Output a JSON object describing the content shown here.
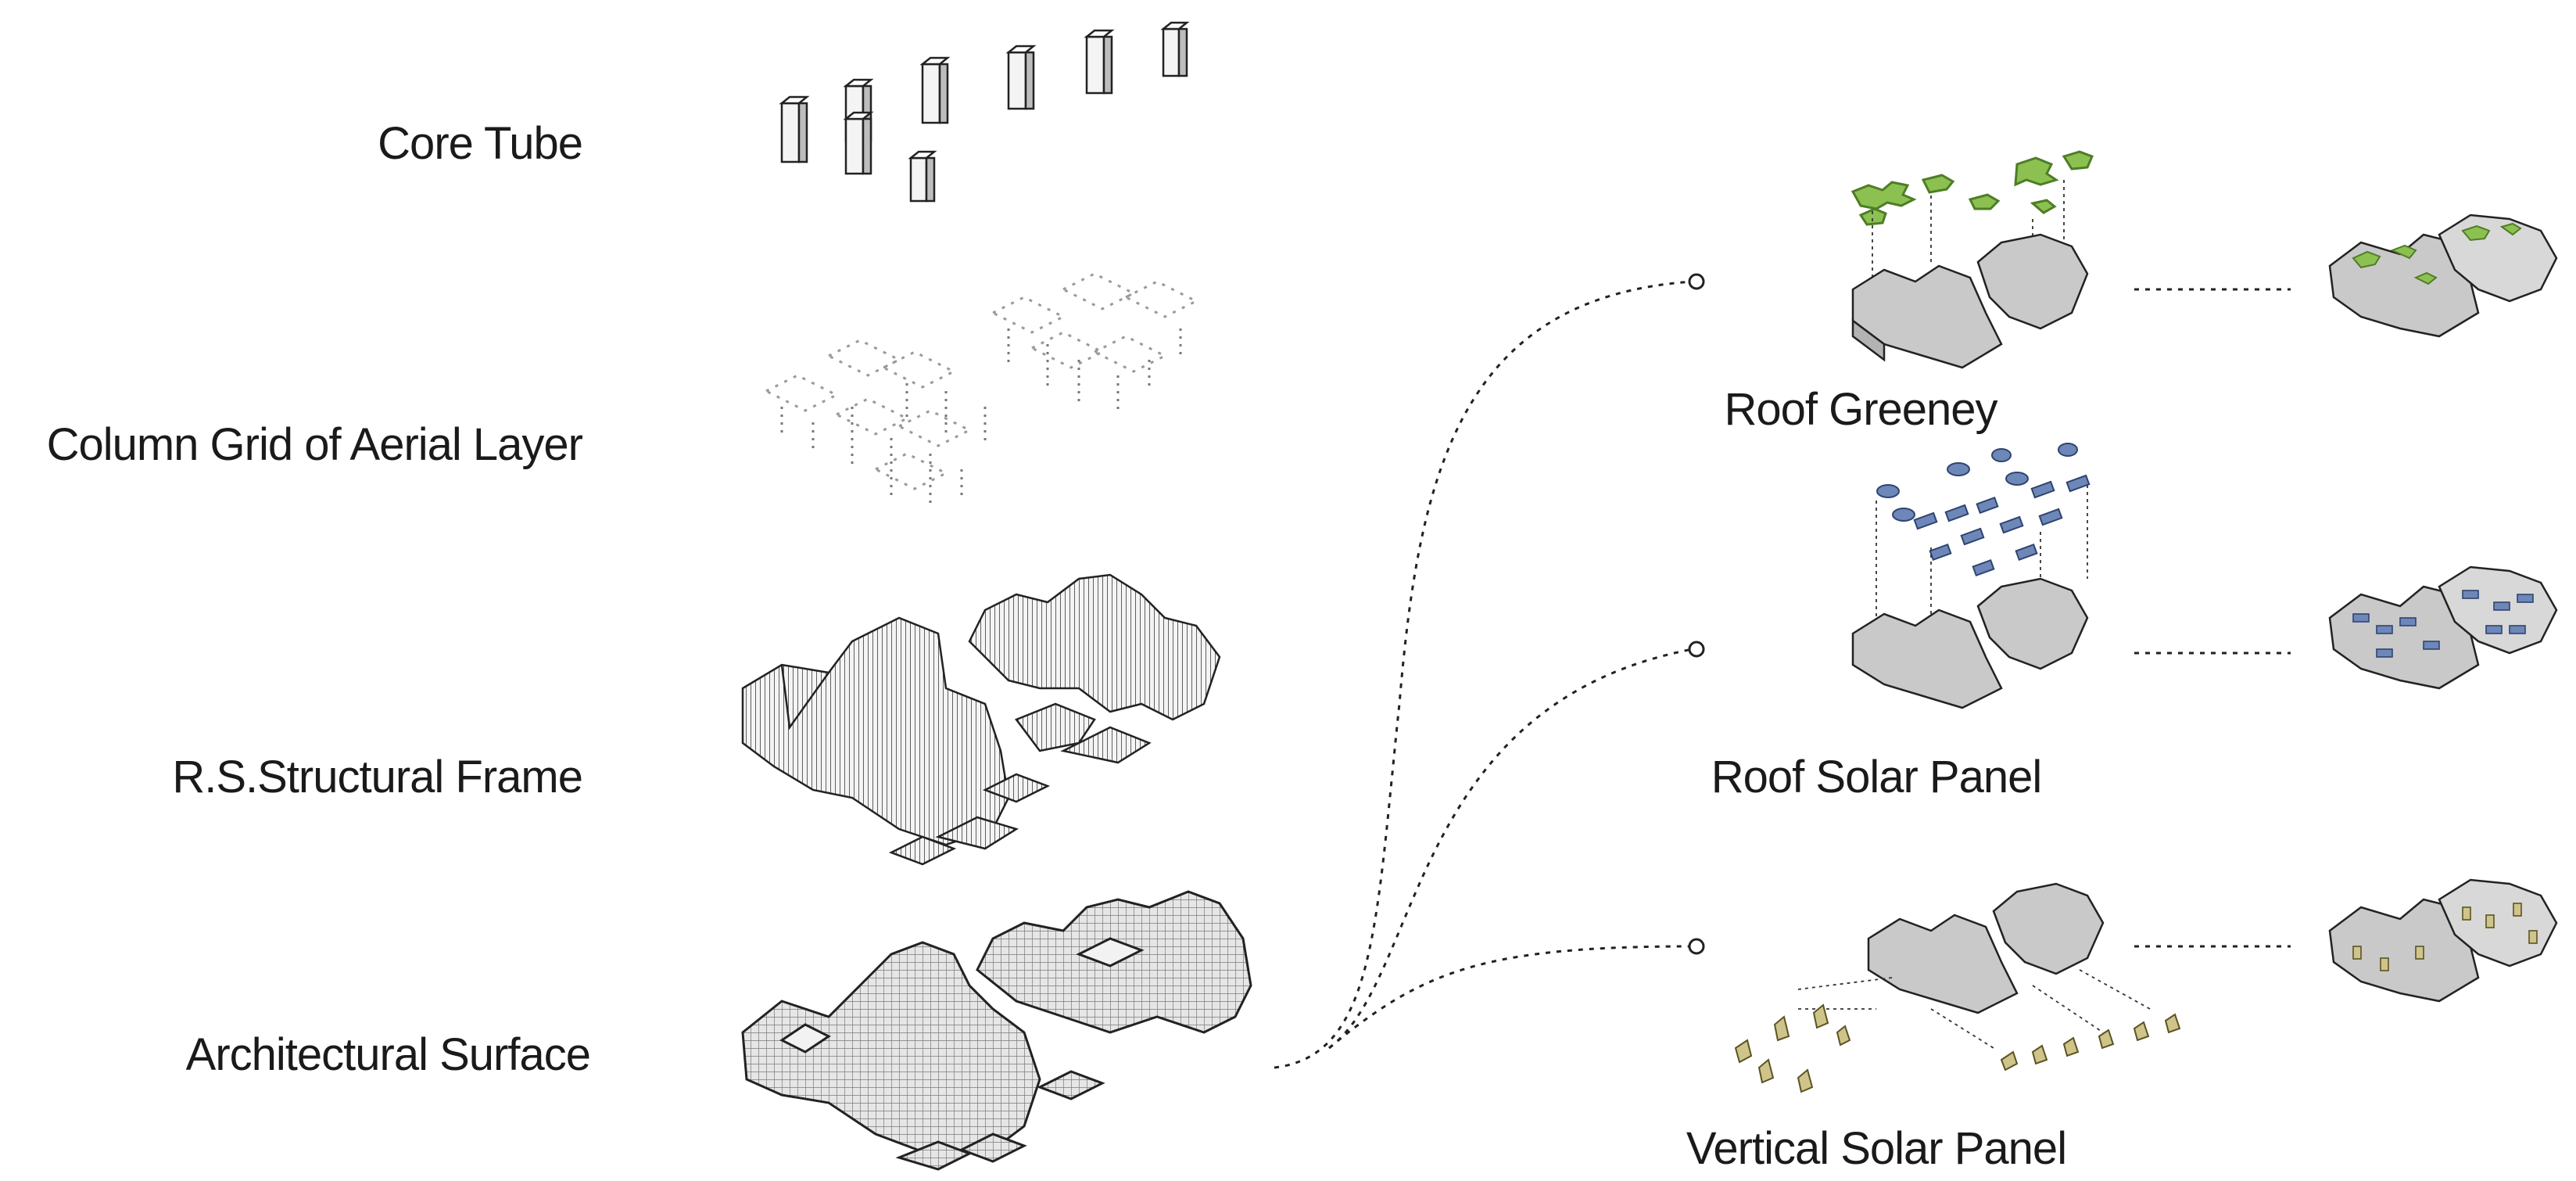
{
  "layers": [
    {
      "id": "core",
      "label": "Core Tube"
    },
    {
      "id": "grid",
      "label": "Column Grid of Aerial Layer"
    },
    {
      "id": "frame",
      "label": "R.S.Structural Frame"
    },
    {
      "id": "surface",
      "label": "Architectural Surface"
    }
  ],
  "strategies": [
    {
      "id": "greenery",
      "label": "Roof Greeney",
      "color": "#7fb24a"
    },
    {
      "id": "solar_roof",
      "label": "Roof Solar Panel",
      "color": "#5b76a8"
    },
    {
      "id": "solar_vertical",
      "label": "Vertical Solar Panel",
      "color": "#c9bd7a"
    }
  ],
  "colors": {
    "block": "#cfcfcf",
    "block_light": "#e8e8e8",
    "block_dark": "#9a9a9a",
    "line": "#222222",
    "frame": "#555555"
  }
}
